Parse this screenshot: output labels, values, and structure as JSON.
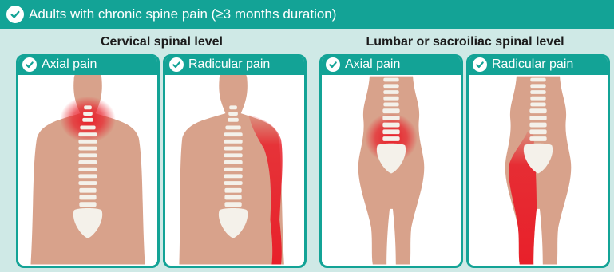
{
  "header": {
    "title": "Adults with chronic spine pain (≥3 months duration)",
    "icon": "check-circle-icon"
  },
  "groups": [
    {
      "title": "Cervical spinal level",
      "panels": [
        {
          "label": "Axial pain"
        },
        {
          "label": "Radicular pain"
        }
      ]
    },
    {
      "title": "Lumbar or sacroiliac spinal level",
      "panels": [
        {
          "label": "Axial pain"
        },
        {
          "label": "Radicular pain"
        }
      ]
    }
  ],
  "colors": {
    "teal": "#13a396",
    "background": "#cfe9e6",
    "skin": "#d8a28b",
    "pain": "#e8202a",
    "bone": "#f4f1ea"
  }
}
